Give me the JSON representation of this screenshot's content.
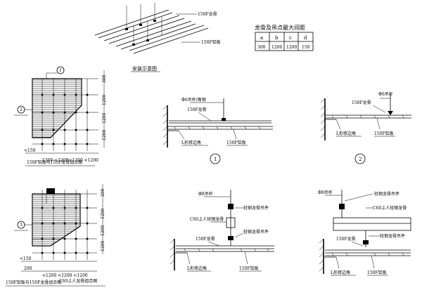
{
  "install_view": {
    "label_keel": "150F龙骨",
    "label_panel": "150F铝板",
    "caption": "安装示意图"
  },
  "spacing_table": {
    "title": "龙骨及吊点最大间距",
    "headers": [
      "a",
      "b",
      "c",
      "d"
    ],
    "values": [
      "300",
      "1200",
      "1200",
      "150"
    ]
  },
  "plan_top": {
    "marker_1": "1",
    "marker_2": "2",
    "dims_right": [
      "300",
      "1200",
      "1200",
      "1200"
    ],
    "dim_bottom": "<150",
    "caption": "150F铝板与150F龙骨组合图",
    "caption_overlay": "1200 <1200<1200 <1200"
  },
  "plan_bottom": {
    "marker_3": "3",
    "dims_right": [
      "200",
      "1200",
      "1200",
      "1200"
    ],
    "dims_bottom": [
      "<150",
      "200",
      "<1200 <1200 <1200"
    ],
    "caption": "150F铝板与150F龙骨组合图",
    "caption_overlay": "C60上人龙骨组合图"
  },
  "detail_1": {
    "label_rod": "Φ6吊杆/角钢",
    "label_keel": "150F龙骨",
    "label_trim": "L形修边角",
    "label_panel": "150F铝板",
    "marker": "1"
  },
  "detail_2": {
    "label_rod": "Φ6吊杆",
    "label_keel": "150F龙骨",
    "label_trim": "L形修边角",
    "label_panel": "150F铝板",
    "marker": "2"
  },
  "detail_3": {
    "label_rod": "Φ8吊杆",
    "label_hanger1": "轻钢龙骨吊件",
    "label_c60": "C60上人轻钢龙骨",
    "label_hanger2": "轻钢龙骨吊件",
    "label_keel": "150F龙骨",
    "label_trim": "L形修边角",
    "label_panel": "150F铝板"
  },
  "detail_4": {
    "label_rod": "Φ8吊杆",
    "label_hanger1": "轻钢龙骨吊件",
    "label_c60": "C60上人轻钢龙骨",
    "label_keel": "150F龙骨",
    "label_hanger2": "轻钢龙骨吊件",
    "label_trim": "L形修边角",
    "label_panel": "150F铝板"
  }
}
